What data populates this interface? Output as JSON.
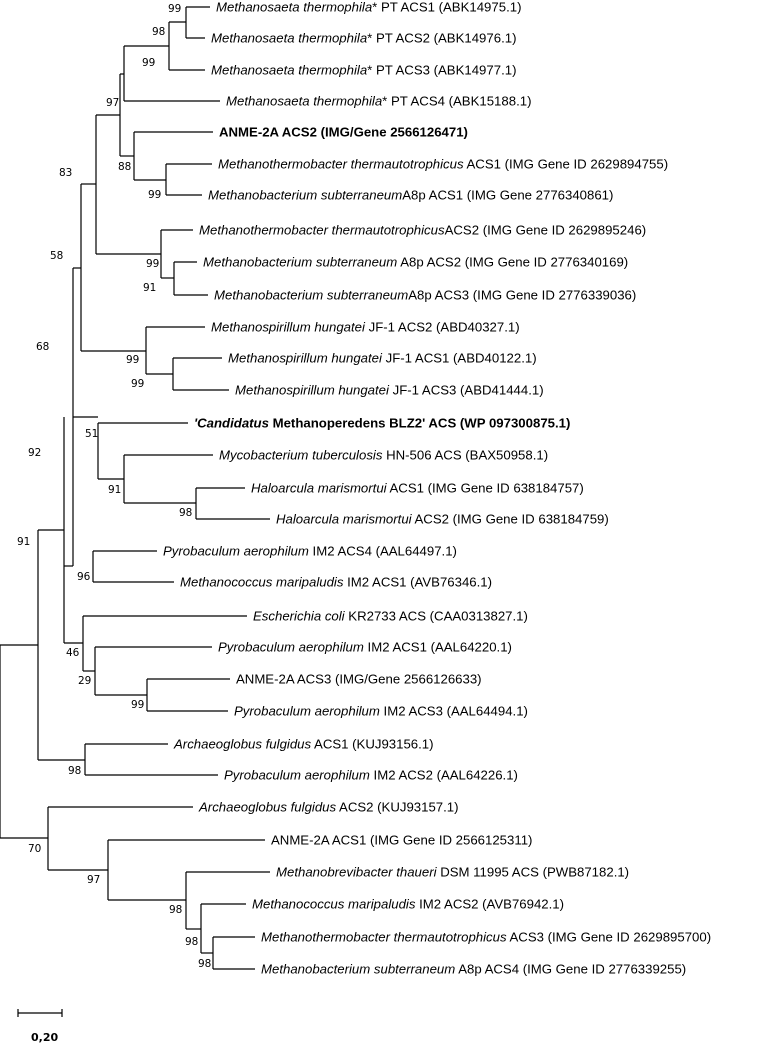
{
  "tree": {
    "leaves": [
      {
        "italic": "Methanosaeta thermophila",
        "rest": "* PT ACS1 (ABK14975.1)",
        "bold": false
      },
      {
        "italic": "Methanosaeta thermophila",
        "rest": "* PT ACS2 (ABK14976.1)",
        "bold": false
      },
      {
        "italic": "Methanosaeta thermophila",
        "rest": "* PT ACS3 (ABK14977.1)",
        "bold": false
      },
      {
        "italic": "Methanosaeta thermophila",
        "rest": "* PT ACS4 (ABK15188.1)",
        "bold": false
      },
      {
        "italic": "",
        "rest": "ANME-2A ACS2 (IMG/Gene 2566126471)",
        "bold": true
      },
      {
        "italic": "Methanothermobacter thermautotrophicus",
        "rest": " ACS1 (IMG Gene ID 2629894755)",
        "bold": false
      },
      {
        "italic": "Methanobacterium subterraneum",
        "rest": "A8p ACS1 (IMG Gene 2776340861)",
        "bold": false
      },
      {
        "italic": "Methanothermobacter thermautotrophicus",
        "rest": "ACS2 (IMG Gene ID 2629895246)",
        "bold": false
      },
      {
        "italic": "Methanobacterium subterraneum",
        "rest": " A8p ACS2 (IMG Gene ID 2776340169)",
        "bold": false
      },
      {
        "italic": "Methanobacterium subterraneum",
        "rest": "A8p ACS3 (IMG Gene ID 2776339036)",
        "bold": false
      },
      {
        "italic": "Methanospirillum hungatei",
        "rest": " JF-1 ACS2 (ABD40327.1)",
        "bold": false
      },
      {
        "italic": "Methanospirillum hungatei",
        "rest": " JF-1 ACS1 (ABD40122.1)",
        "bold": false
      },
      {
        "italic": "Methanospirillum hungatei",
        "rest": " JF-1 ACS3 (ABD41444.1)",
        "bold": false
      },
      {
        "italic": "'Candidatus",
        "rest": " Methanoperedens BLZ2' ACS (WP 097300875.1)",
        "bold": true
      },
      {
        "italic": "Mycobacterium tuberculosis",
        "rest": " HN-506 ACS (BAX50958.1)",
        "bold": false
      },
      {
        "italic": "Haloarcula marismortui",
        "rest": " ACS1 (IMG Gene ID 638184757)",
        "bold": false
      },
      {
        "italic": "Haloarcula marismortui",
        "rest": " ACS2 (IMG Gene ID 638184759)",
        "bold": false
      },
      {
        "italic": "Pyrobaculum aerophilum",
        "rest": " IM2 ACS4 (AAL64497.1)",
        "bold": false
      },
      {
        "italic": "Methanococcus maripaludis",
        "rest": " IM2 ACS1 (AVB76346.1)",
        "bold": false
      },
      {
        "italic": "Escherichia coli",
        "rest": " KR2733 ACS (CAA0313827.1)",
        "bold": false
      },
      {
        "italic": "Pyrobaculum aerophilum",
        "rest": " IM2 ACS1 (AAL64220.1)",
        "bold": false
      },
      {
        "italic": "",
        "rest": "ANME-2A ACS3 (IMG/Gene 2566126633)",
        "bold": false
      },
      {
        "italic": "Pyrobaculum aerophilum",
        "rest": " IM2 ACS3 (AAL64494.1)",
        "bold": false
      },
      {
        "italic": "Archaeoglobus fulgidus",
        "rest": " ACS1 (KUJ93156.1)",
        "bold": false
      },
      {
        "italic": "Pyrobaculum aerophilum",
        "rest": " IM2 ACS2 (AAL64226.1)",
        "bold": false
      },
      {
        "italic": "Archaeoglobus fulgidus",
        "rest": " ACS2 (KUJ93157.1)",
        "bold": false
      },
      {
        "italic": "",
        "rest": "ANME-2A ACS1 (IMG Gene ID 2566125311)",
        "bold": false
      },
      {
        "italic": "Methanobrevibacter thaueri",
        "rest": " DSM 11995 ACS (PWB87182.1)",
        "bold": false
      },
      {
        "italic": "Methanococcus maripaludis",
        "rest": " IM2 ACS2 (AVB76942.1)",
        "bold": false
      },
      {
        "italic": "Methanothermobacter thermautotrophicus",
        "rest": " ACS3 (IMG Gene ID 2629895700)",
        "bold": false
      },
      {
        "italic": "Methanobacterium subterraneum",
        "rest": " A8p ACS4 (IMG Gene ID 2776339255)",
        "bold": false
      }
    ],
    "bootstrap": [
      "99",
      "98",
      "99",
      "97",
      "88",
      "99",
      "83",
      "99",
      "91",
      "58",
      "99",
      "99",
      "68",
      "51",
      "91",
      "98",
      "92",
      "96",
      "91",
      "46",
      "29",
      "99",
      "98",
      "98",
      "97",
      "98",
      "98",
      "70"
    ],
    "scale_label": "0,20"
  }
}
